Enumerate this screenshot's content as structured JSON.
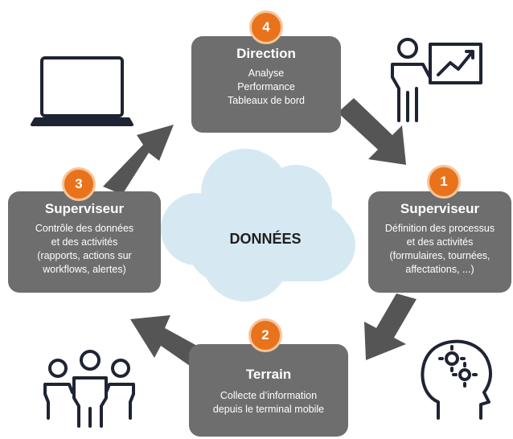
{
  "center": {
    "label": "DONNÉES"
  },
  "boxes": [
    {
      "number": "4",
      "title": "Direction",
      "lines": [
        "Analyse",
        "Performance",
        "Tableaux de bord"
      ]
    },
    {
      "number": "1",
      "title": "Superviseur",
      "lines": [
        "Définition des processus",
        "et des activités",
        "(formulaires, tournées,",
        "affectations, ...)"
      ]
    },
    {
      "number": "2",
      "title": "Terrain",
      "lines": [
        "Collecte d’information",
        "depuis le terminal mobile"
      ]
    },
    {
      "number": "3",
      "title": "Superviseur",
      "lines": [
        "Contrôle des données",
        "et des activités",
        "(rapports, actions sur",
        "workflows, alertes)"
      ]
    }
  ],
  "icons": [
    "laptop-icon",
    "presenter-chart-icon",
    "head-gears-icon",
    "team-icon"
  ],
  "colors": {
    "box": "#6e6e6e",
    "badge": "#e8731c",
    "arrow": "#555555",
    "cloud": "#d6e9f2"
  }
}
